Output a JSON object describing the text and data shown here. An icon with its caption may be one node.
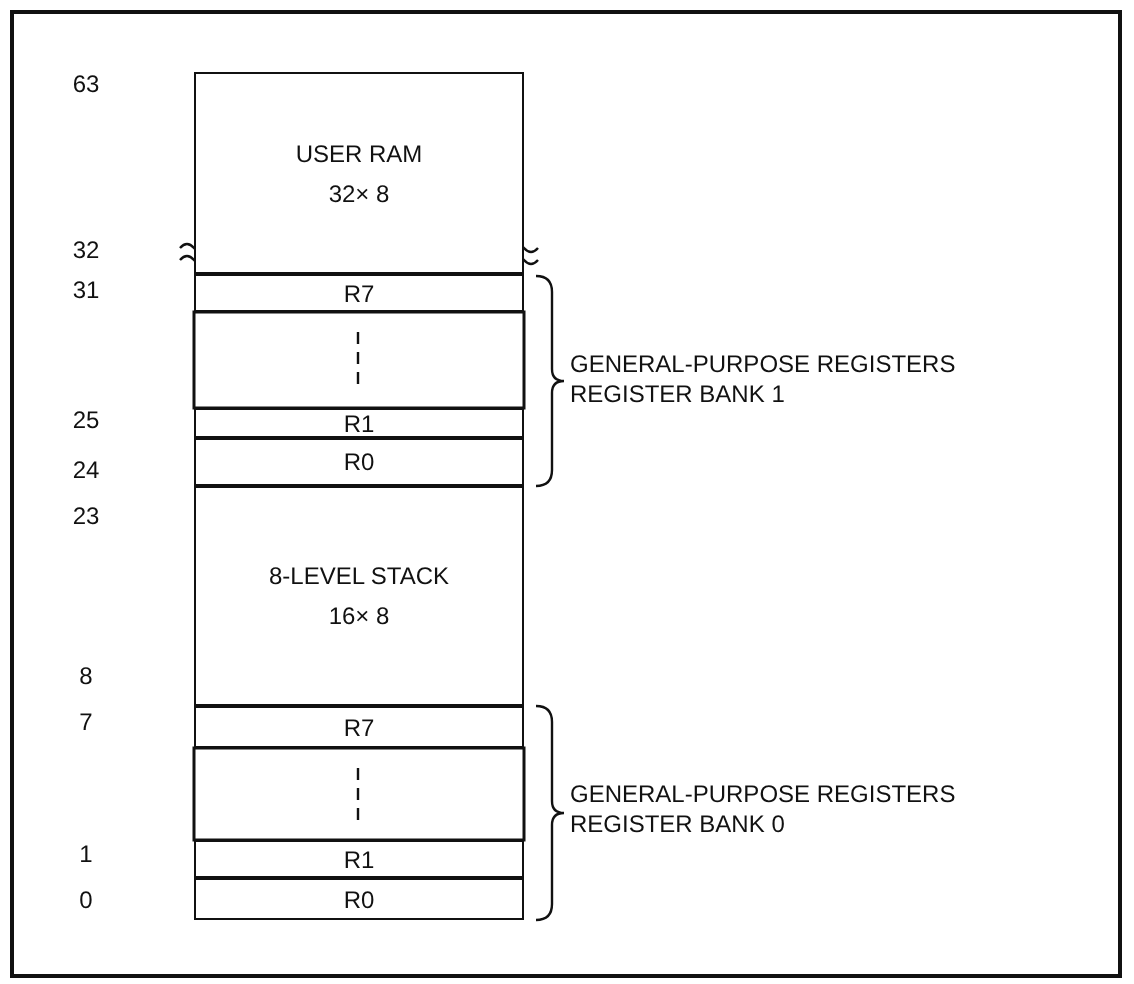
{
  "diagram": {
    "nodes": [
      {
        "text": [
          "USER RAM",
          "32× 8"
        ]
      },
      {
        "text": [
          "R7"
        ]
      },
      {
        "text": [
          "R1"
        ]
      },
      {
        "text": [
          "R0"
        ]
      },
      {
        "text": [
          "8-LEVEL STACK",
          "16× 8"
        ]
      },
      {
        "text": [
          "R7"
        ]
      },
      {
        "text": [
          "R1"
        ]
      },
      {
        "text": [
          "R0"
        ]
      }
    ],
    "labels": [
      "63",
      "32",
      "31",
      "GENERAL-PURPOSE REGISTERS REGISTER BANK 1",
      "25",
      "24",
      "23",
      "8",
      "7",
      "GENERAL-PURPOSE REGISTERS REGISTER BANK 0",
      "1",
      "0"
    ]
  }
}
